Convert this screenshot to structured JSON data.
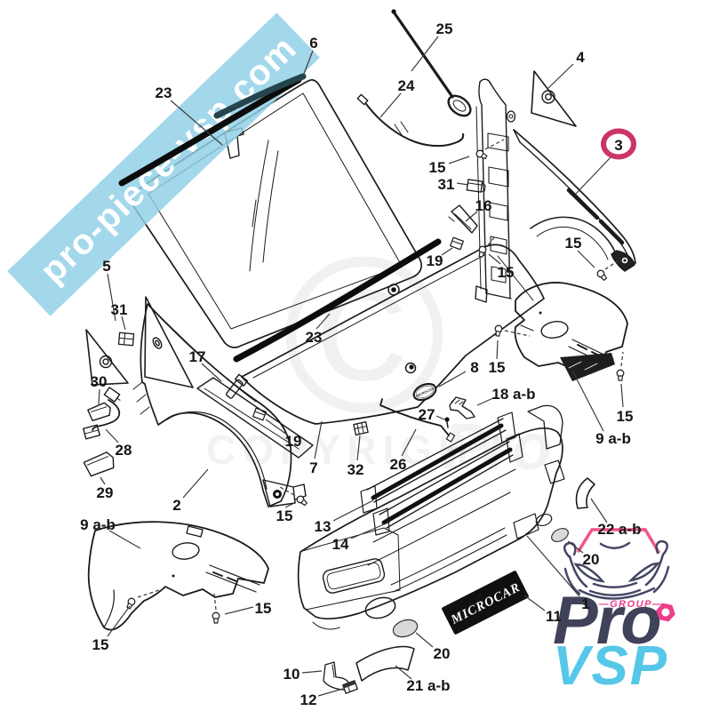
{
  "watermark": {
    "band_text": "pro-piece-vsp.com",
    "band_color": "#8fcfe6",
    "copyright_symbol": "©",
    "copyright_text": "COPYRIGHT",
    "copyright_brand": "Pro"
  },
  "logo": {
    "group": "—GROUP—",
    "pro": "Pro",
    "vsp": "VSP",
    "navy": "#3f4258",
    "blue": "#56c7e8",
    "pink": "#ee3d8b"
  },
  "badges": {
    "bumper_badge": "MICROCAR",
    "oval_badge": "MICROCAR"
  },
  "diagram": {
    "highlight_color": "#cb3467",
    "labels": [
      [
        "23",
        184,
        104,
        192,
        113,
        250,
        163
      ],
      [
        "6",
        353,
        48,
        352,
        57,
        342,
        83
      ],
      [
        "25",
        500,
        32,
        493,
        41,
        463,
        80
      ],
      [
        "24",
        457,
        96,
        451,
        105,
        428,
        132
      ],
      [
        "4",
        653,
        64,
        645,
        72,
        616,
        100
      ],
      [
        "3",
        696,
        163,
        688,
        176,
        648,
        218,
        1
      ],
      [
        "15",
        492,
        188,
        505,
        184,
        528,
        176
      ],
      [
        "31",
        502,
        207,
        514,
        206,
        527,
        208
      ],
      [
        "16",
        544,
        231,
        537,
        238,
        524,
        249
      ],
      [
        "19",
        489,
        293,
        497,
        287,
        509,
        279
      ],
      [
        "15",
        569,
        306,
        563,
        297,
        550,
        286
      ],
      [
        "15",
        645,
        273,
        650,
        282,
        669,
        301
      ],
      [
        "5",
        120,
        299,
        121,
        308,
        130,
        361
      ],
      [
        "31",
        134,
        348,
        137,
        356,
        141,
        371
      ],
      [
        "23",
        353,
        379,
        356,
        370,
        371,
        353
      ],
      [
        "17",
        222,
        401,
        227,
        409,
        249,
        429
      ],
      [
        "19",
        330,
        496,
        323,
        489,
        299,
        472
      ],
      [
        "30",
        111,
        429,
        112,
        438,
        111,
        455
      ],
      [
        "28",
        139,
        506,
        133,
        498,
        119,
        483
      ],
      [
        "29",
        118,
        554,
        118,
        545,
        113,
        537
      ],
      [
        "2",
        199,
        568,
        206,
        560,
        234,
        528
      ],
      [
        "15",
        320,
        580,
        321,
        571,
        333,
        565
      ],
      [
        "9 a-b",
        110,
        590,
        123,
        597,
        158,
        617
      ],
      [
        "15",
        113,
        725,
        121,
        716,
        146,
        682
      ],
      [
        "15",
        296,
        684,
        285,
        683,
        253,
        691
      ],
      [
        "13",
        363,
        592,
        375,
        586,
        420,
        563
      ],
      [
        "14",
        383,
        612,
        395,
        606,
        439,
        587
      ],
      [
        "10",
        328,
        758,
        340,
        757,
        362,
        755
      ],
      [
        "12",
        347,
        787,
        358,
        783,
        386,
        775
      ],
      [
        "21 a-b",
        482,
        771,
        463,
        764,
        445,
        749
      ],
      [
        "20",
        497,
        735,
        487,
        728,
        468,
        712
      ],
      [
        "7",
        353,
        526,
        354,
        516,
        362,
        474
      ],
      [
        "32",
        400,
        528,
        402,
        518,
        405,
        490
      ],
      [
        "26",
        448,
        522,
        452,
        513,
        468,
        483
      ],
      [
        "27",
        480,
        466,
        491,
        468,
        500,
        472
      ],
      [
        "8",
        534,
        413,
        524,
        418,
        494,
        435
      ],
      [
        "18 a-b",
        578,
        443,
        557,
        447,
        537,
        456
      ],
      [
        "9 a-b",
        690,
        493,
        679,
        485,
        644,
        417
      ],
      [
        "15",
        559,
        413,
        559,
        404,
        560,
        383
      ],
      [
        "15",
        703,
        468,
        701,
        458,
        699,
        432
      ],
      [
        "22 a-b",
        697,
        595,
        683,
        588,
        665,
        561
      ],
      [
        "20",
        665,
        629,
        656,
        622,
        639,
        609
      ],
      [
        "1",
        659,
        679,
        652,
        671,
        593,
        603
      ],
      [
        "11",
        623,
        693,
        613,
        687,
        590,
        670
      ]
    ],
    "dashed_lines": [
      [
        546,
        168,
        567,
        157
      ],
      [
        681,
        303,
        699,
        291
      ],
      [
        549,
        276,
        557,
        266
      ],
      [
        568,
        372,
        596,
        378
      ],
      [
        699,
        412,
        701,
        396
      ],
      [
        331,
        557,
        315,
        548
      ],
      [
        155,
        672,
        188,
        661
      ],
      [
        243,
        686,
        241,
        668
      ]
    ],
    "fasteners": [
      [
        540,
        173,
        -60
      ],
      [
        676,
        308,
        -40
      ],
      [
        543,
        281,
        15
      ],
      [
        561,
        370,
        8
      ],
      [
        698,
        420,
        0
      ],
      [
        338,
        562,
        -50
      ],
      [
        148,
        677,
        25
      ],
      [
        243,
        693,
        0
      ]
    ]
  }
}
